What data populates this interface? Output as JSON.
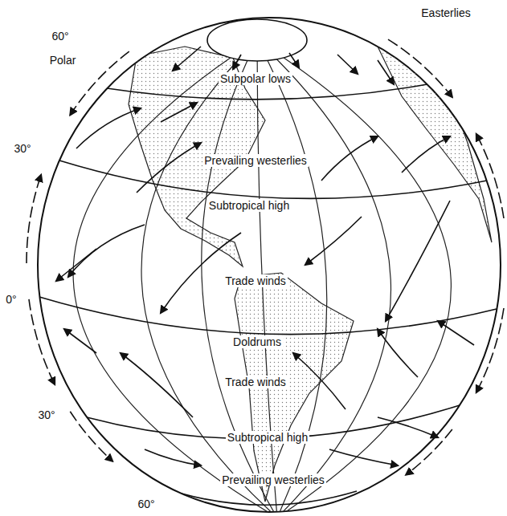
{
  "diagram": {
    "labels": [
      "Easterlies",
      "60°",
      "Polar",
      "Subpolar lows",
      "30°",
      "Prevailing westerlies",
      "Subtropical high",
      "Trade winds",
      "0°",
      "Doldrums",
      "Trade winds",
      "30°",
      "Subtropical high",
      "Prevailing westerlies",
      "60°"
    ]
  }
}
